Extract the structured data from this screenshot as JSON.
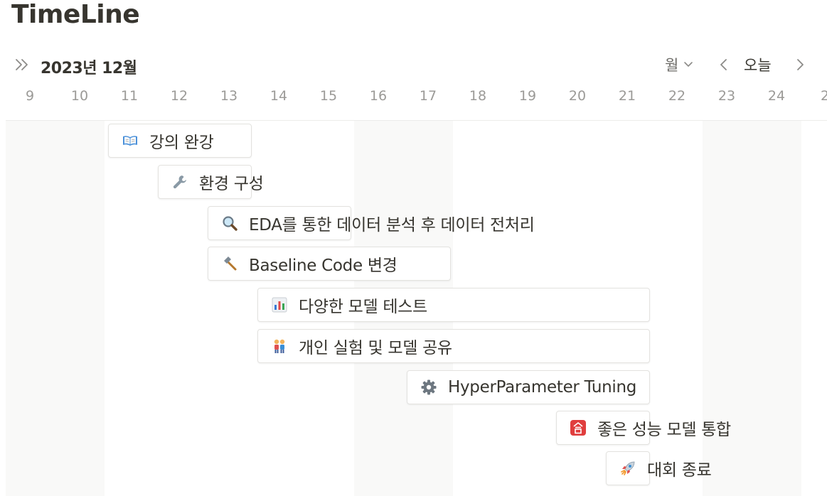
{
  "page": {
    "title": "TimeLine"
  },
  "toolbar": {
    "month": "2023년 12월",
    "view": "월",
    "today": "오늘"
  },
  "days": [
    "9",
    "10",
    "11",
    "12",
    "13",
    "14",
    "15",
    "16",
    "17",
    "18",
    "19",
    "20",
    "21",
    "22",
    "23",
    "24",
    "2"
  ],
  "tasks": [
    {
      "title": "강의 완강",
      "icon": "open-book-icon"
    },
    {
      "title": "환경 구성",
      "icon": "wrench-icon"
    },
    {
      "title": "EDA를 통한 데이터 분석 후 데이터 전처리",
      "icon": "magnifier-icon"
    },
    {
      "title": "Baseline Code 변경",
      "icon": "hammer-icon"
    },
    {
      "title": "다양한 모델 테스트",
      "icon": "bar-chart-icon"
    },
    {
      "title": "개인 실험 및 모델 공유",
      "icon": "people-icon"
    },
    {
      "title": "HyperParameter Tuning",
      "icon": "gear-icon"
    },
    {
      "title": "좋은 성능 모델 통합",
      "icon": "merge-badge-icon"
    },
    {
      "title": "대회 종료",
      "icon": "rocket-icon"
    }
  ],
  "colors": {
    "text": "#37352f",
    "muted": "#9b9a97",
    "weekend_shade": "#f9f9f8",
    "badge_red": "#e03e3e"
  }
}
